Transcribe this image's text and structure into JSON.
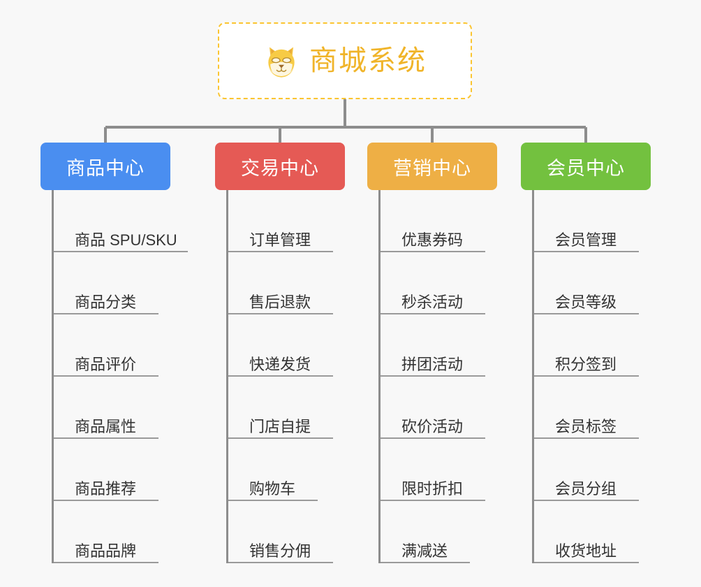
{
  "background_color": "#f8f8f8",
  "root": {
    "icon": "shiba-dog-face-emoji",
    "title": "商城系统",
    "title_color": "#f0b429",
    "border_color": "#fbc531",
    "fill_color": "#ffffff"
  },
  "connector_color": "#8d8d8d",
  "columns": [
    {
      "id": "product-center",
      "label": "商品中心",
      "color": "#4a8ef0",
      "items": [
        {
          "label": "商品 SPU/SKU",
          "rule_width": 192
        },
        {
          "label": "商品分类",
          "rule_width": 150
        },
        {
          "label": "商品评价",
          "rule_width": 150
        },
        {
          "label": "商品属性",
          "rule_width": 150
        },
        {
          "label": "商品推荐",
          "rule_width": 150
        },
        {
          "label": "商品品牌",
          "rule_width": 150
        }
      ]
    },
    {
      "id": "trade-center",
      "label": "交易中心",
      "color": "#e55a55",
      "items": [
        {
          "label": "订单管理",
          "rule_width": 150
        },
        {
          "label": "售后退款",
          "rule_width": 150
        },
        {
          "label": "快递发货",
          "rule_width": 150
        },
        {
          "label": "门店自提",
          "rule_width": 150
        },
        {
          "label": "购物车",
          "rule_width": 128
        },
        {
          "label": "销售分佣",
          "rule_width": 150
        }
      ]
    },
    {
      "id": "marketing-center",
      "label": "营销中心",
      "color": "#eeaf45",
      "items": [
        {
          "label": "优惠券码",
          "rule_width": 150
        },
        {
          "label": "秒杀活动",
          "rule_width": 150
        },
        {
          "label": "拼团活动",
          "rule_width": 150
        },
        {
          "label": "砍价活动",
          "rule_width": 150
        },
        {
          "label": "限时折扣",
          "rule_width": 150
        },
        {
          "label": "满减送",
          "rule_width": 128
        }
      ]
    },
    {
      "id": "member-center",
      "label": "会员中心",
      "color": "#73c13f",
      "items": [
        {
          "label": "会员管理",
          "rule_width": 150
        },
        {
          "label": "会员等级",
          "rule_width": 150
        },
        {
          "label": "积分签到",
          "rule_width": 150
        },
        {
          "label": "会员标签",
          "rule_width": 150
        },
        {
          "label": "会员分组",
          "rule_width": 150
        },
        {
          "label": "收货地址",
          "rule_width": 150
        }
      ]
    }
  ]
}
